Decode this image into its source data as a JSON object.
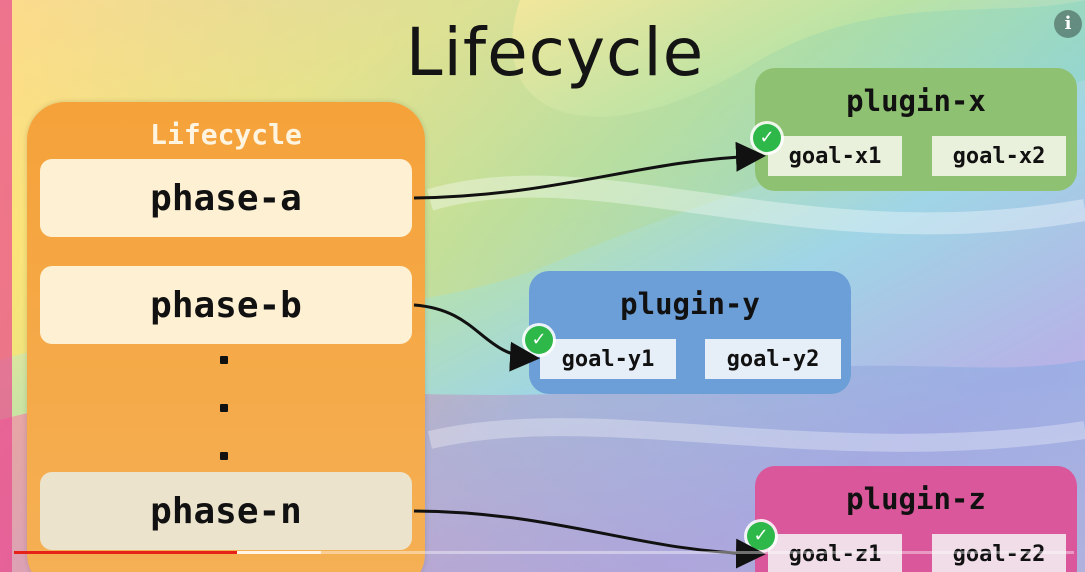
{
  "title": "Lifecycle",
  "info_icon": "i",
  "lifecycle": {
    "label": "Lifecycle",
    "phases": [
      "phase-a",
      "phase-b",
      "phase-n"
    ],
    "ellipsis_count": 3
  },
  "plugins": [
    {
      "name": "plugin-x",
      "goals": [
        "goal-x1",
        "goal-x2"
      ],
      "color": "#8fc172",
      "goal_bg": "#e9f1dc"
    },
    {
      "name": "plugin-y",
      "goals": [
        "goal-y1",
        "goal-y2"
      ],
      "color": "#6c9fd8",
      "goal_bg": "#e6eef7"
    },
    {
      "name": "plugin-z",
      "goals": [
        "goal-z1",
        "goal-z2"
      ],
      "color": "#d9579a",
      "goal_bg": "#f1dde8"
    }
  ],
  "connections": [
    {
      "from": "phase-a",
      "to": "goal-x1"
    },
    {
      "from": "phase-b",
      "to": "goal-y1"
    },
    {
      "from": "phase-n",
      "to": "goal-z1"
    }
  ],
  "check_icon": "check-circle-icon",
  "video_progress": {
    "played_fraction": 0.21,
    "buffered_fraction": 0.29
  }
}
